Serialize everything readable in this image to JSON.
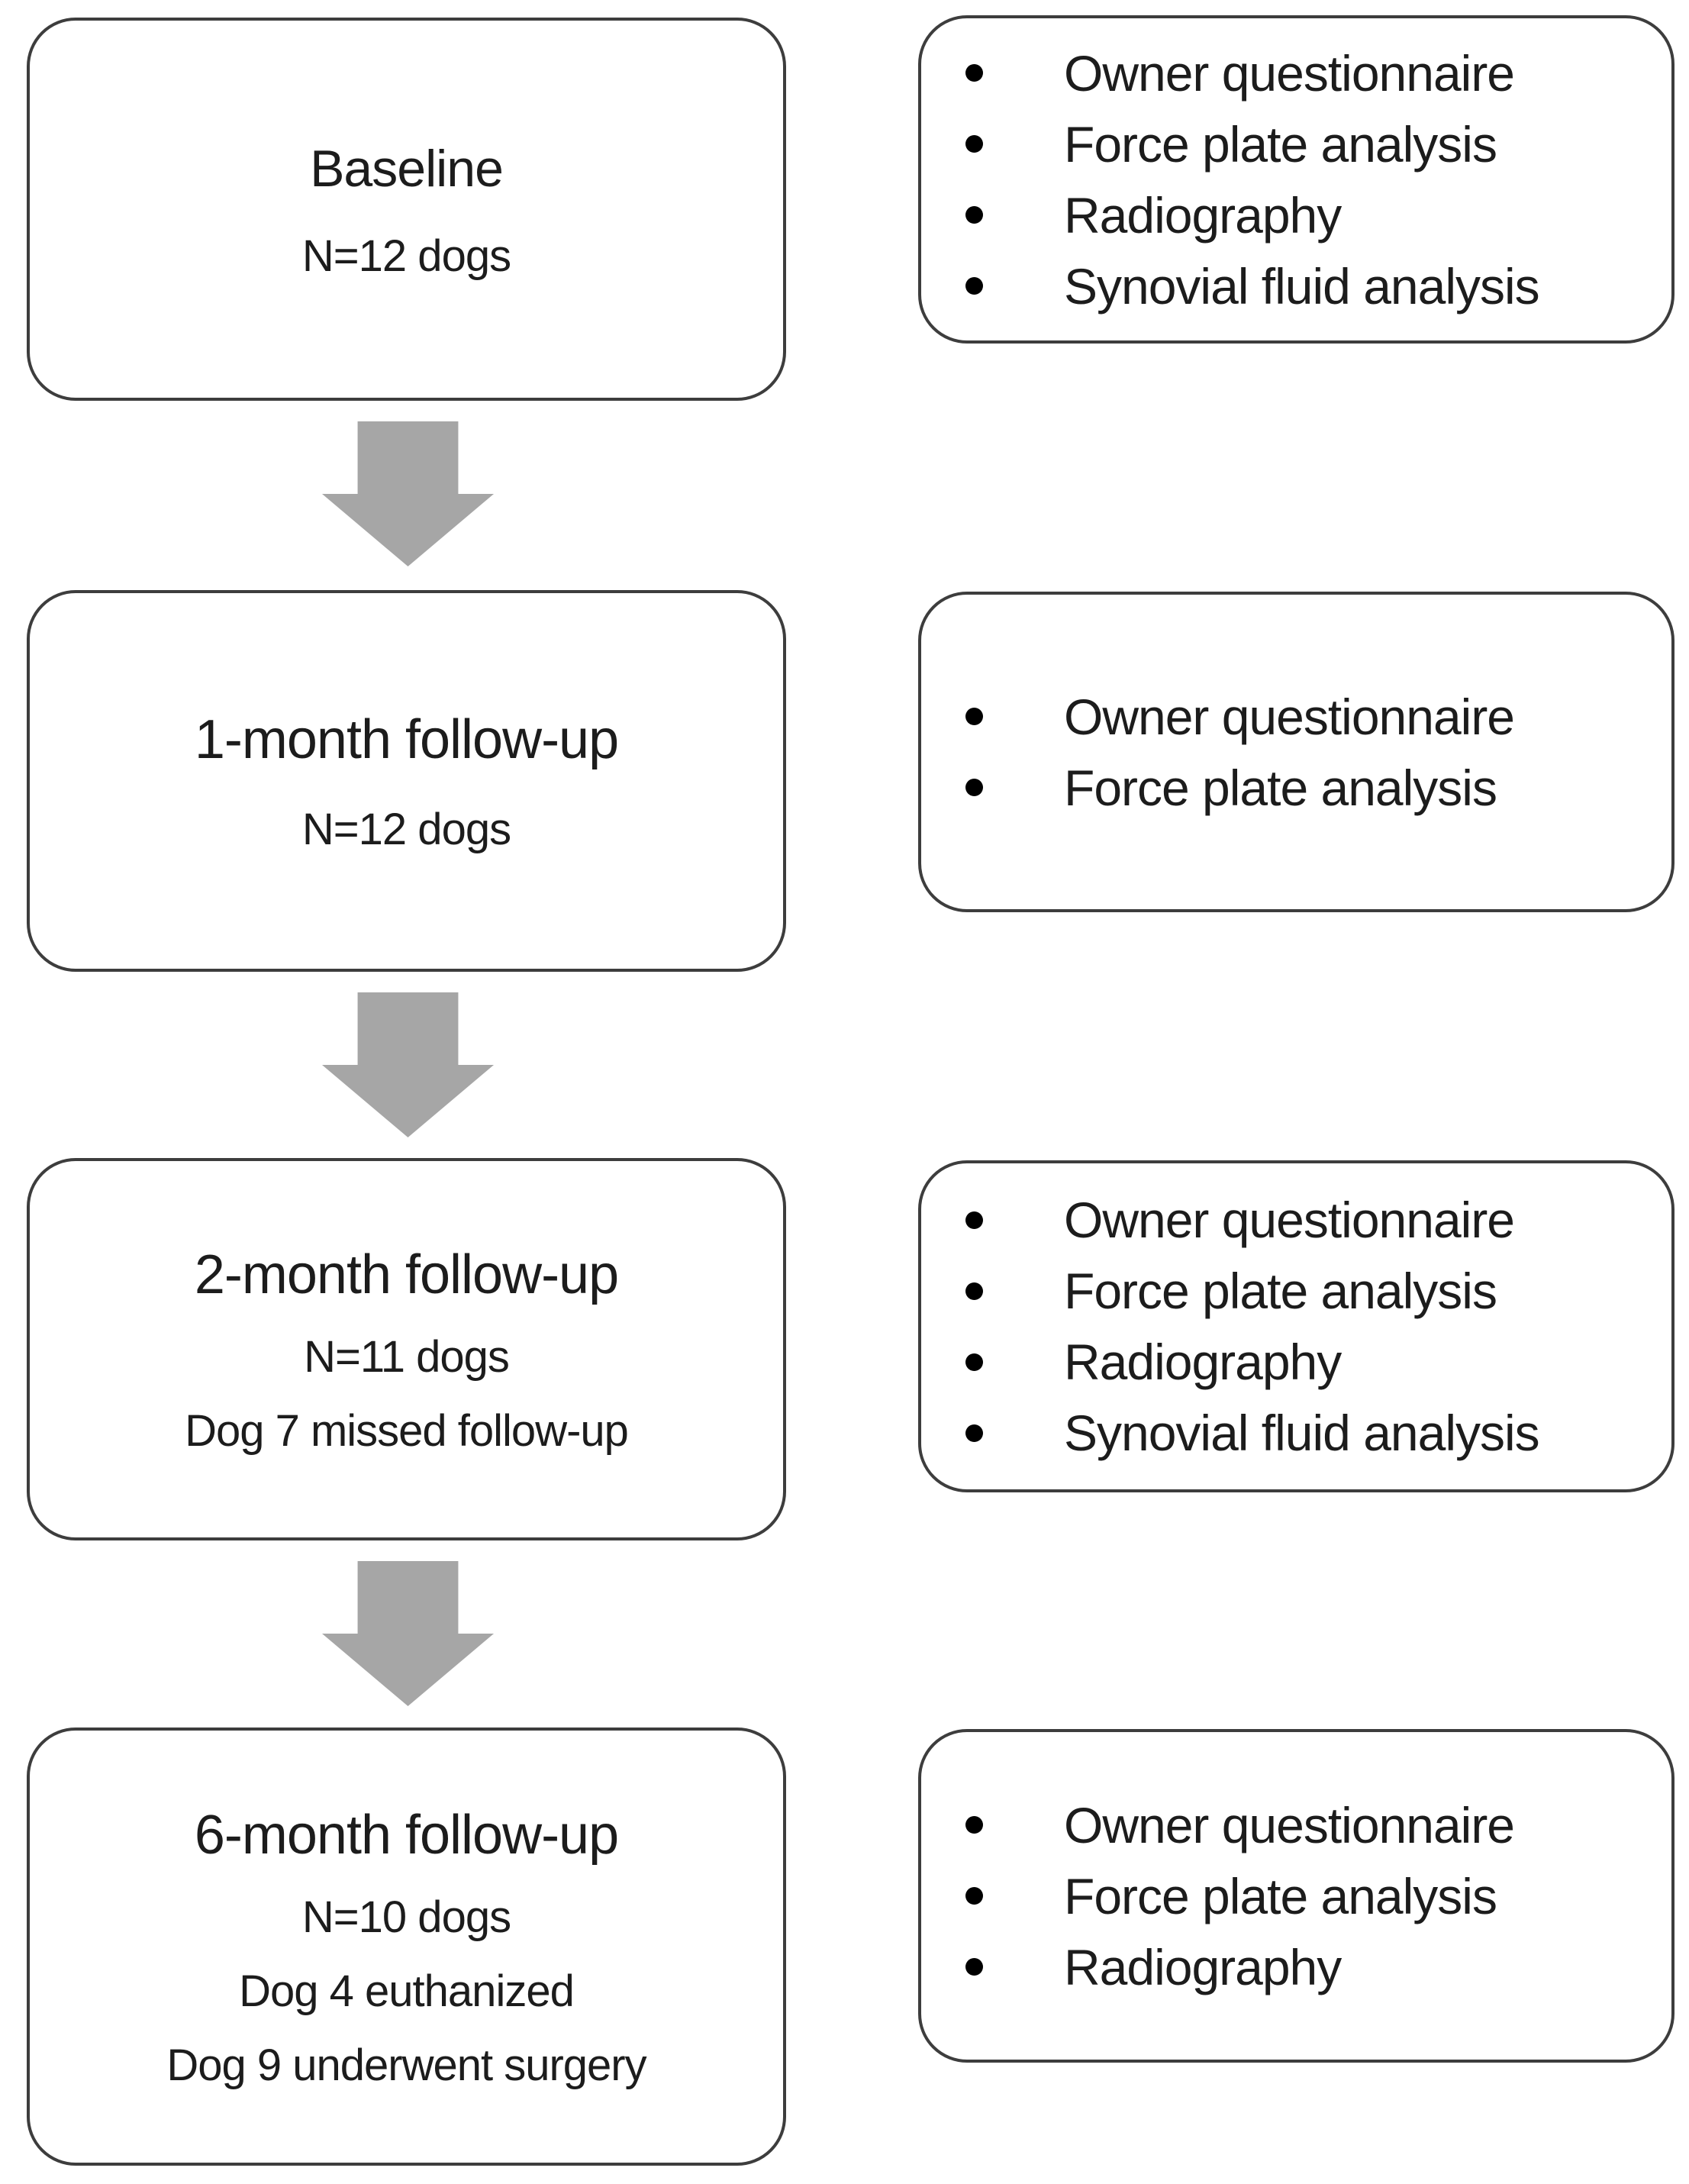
{
  "stages": [
    {
      "title": "Baseline",
      "lines": [
        "N=12 dogs"
      ],
      "assessments": [
        "Owner questionnaire",
        "Force plate analysis",
        "Radiography",
        "Synovial fluid analysis"
      ]
    },
    {
      "title": "1-month follow-up",
      "lines": [
        "N=12 dogs"
      ],
      "assessments": [
        "Owner questionnaire",
        "Force plate analysis"
      ]
    },
    {
      "title": "2-month follow-up",
      "lines": [
        "N=11 dogs",
        "Dog 7 missed follow-up"
      ],
      "assessments": [
        "Owner questionnaire",
        "Force plate analysis",
        "Radiography",
        "Synovial fluid analysis"
      ]
    },
    {
      "title": "6-month follow-up",
      "lines": [
        "N=10 dogs",
        "Dog 4 euthanized",
        "Dog 9 underwent surgery"
      ],
      "assessments": [
        "Owner questionnaire",
        "Force plate analysis",
        "Radiography"
      ]
    }
  ],
  "colors": {
    "background": "#ffffff",
    "box_border": "#3d3d3d",
    "text": "#1c1c1c",
    "arrow": "#a6a6a6",
    "bullet": "#000000"
  }
}
